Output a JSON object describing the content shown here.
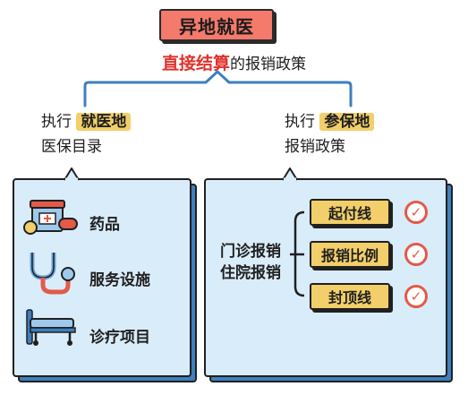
{
  "title": "异地就医",
  "subtitle": {
    "highlight": "直接结算",
    "rest": "的报销政策"
  },
  "left_column": {
    "prefix": "执行",
    "tag": "就医地",
    "line2": "医保目录",
    "items": [
      {
        "label": "药品",
        "icon": "medicine-icon"
      },
      {
        "label": "服务设施",
        "icon": "stethoscope-icon"
      },
      {
        "label": "诊疗项目",
        "icon": "hospital-bed-icon"
      }
    ]
  },
  "right_column": {
    "prefix": "执行",
    "tag": "参保地",
    "line2": "报销政策",
    "source_lines": [
      "门诊报销",
      "住院报销"
    ],
    "items": [
      {
        "label": "起付线",
        "icon": "check-icon"
      },
      {
        "label": "报销比例",
        "icon": "check-icon"
      },
      {
        "label": "封顶线",
        "icon": "check-icon"
      }
    ]
  },
  "colors": {
    "title_bg": "#f47a6b",
    "highlight": "#e0322b",
    "tag_bg": "#f2cf6a",
    "panel_dark": "#3e7fbf",
    "panel_light": "#d9ecf9",
    "check": "#e35a48"
  }
}
